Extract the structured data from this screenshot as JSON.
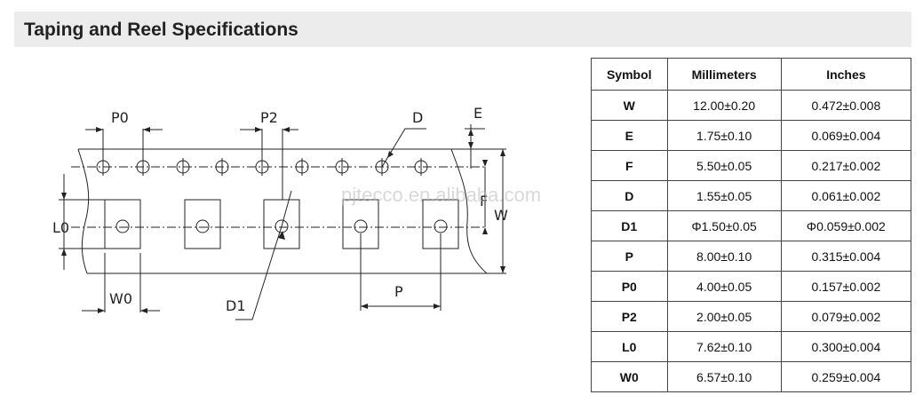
{
  "page": {
    "title": "Taping and Reel Specifications",
    "watermark": "pjtecco.en.alibaba.com"
  },
  "diagram": {
    "labels": {
      "p0": "P0",
      "p2": "P2",
      "d": "D",
      "e": "E",
      "f": "F",
      "w": "W",
      "l0": "L0",
      "w0": "W0",
      "d1": "D1",
      "p": "P"
    }
  },
  "table": {
    "headers": [
      "Symbol",
      "Millimeters",
      "Inches"
    ],
    "rows": [
      {
        "symbol": "W",
        "mm": "12.00±0.20",
        "inch": "0.472±0.008"
      },
      {
        "symbol": "E",
        "mm": "1.75±0.10",
        "inch": "0.069±0.004"
      },
      {
        "symbol": "F",
        "mm": "5.50±0.05",
        "inch": "0.217±0.002"
      },
      {
        "symbol": "D",
        "mm": "1.55±0.05",
        "inch": "0.061±0.002"
      },
      {
        "symbol": "D1",
        "mm": "Φ1.50±0.05",
        "inch": "Φ0.059±0.002"
      },
      {
        "symbol": "P",
        "mm": "8.00±0.10",
        "inch": "0.315±0.004"
      },
      {
        "symbol": "P0",
        "mm": "4.00±0.05",
        "inch": "0.157±0.002"
      },
      {
        "symbol": "P2",
        "mm": "2.00±0.05",
        "inch": "0.079±0.002"
      },
      {
        "symbol": "L0",
        "mm": "7.62±0.10",
        "inch": "0.300±0.004"
      },
      {
        "symbol": "W0",
        "mm": "6.57±0.10",
        "inch": "0.259±0.004"
      }
    ]
  }
}
